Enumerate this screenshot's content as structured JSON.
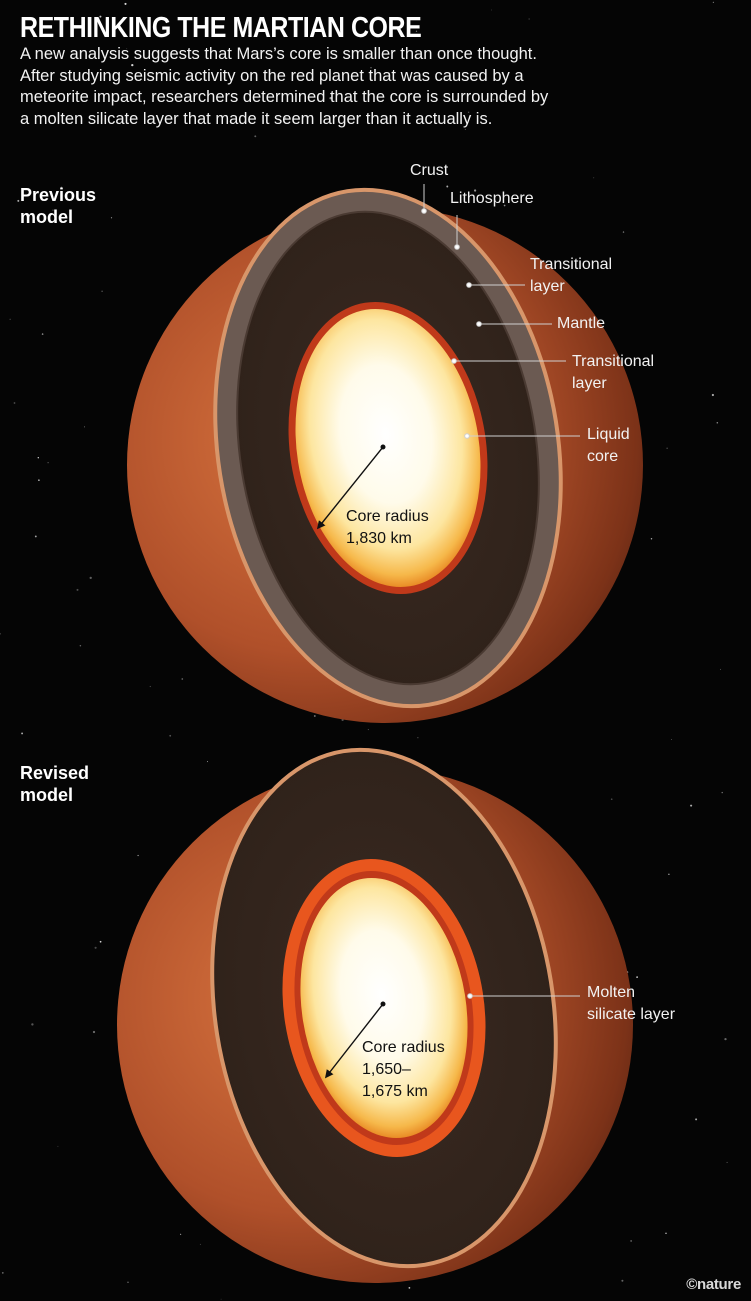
{
  "title": "RETHINKING THE MARTIAN CORE",
  "intro": "A new analysis suggests that Mars’s core is smaller than once thought. After studying seismic activity on the red planet that was caused by a meteorite impact, researchers determined that the core is surrounded by a molten silicate layer that made it seem larger than it actually is.",
  "previous_model": {
    "heading": "Previous\nmodel",
    "labels": {
      "crust": "Crust",
      "lithosphere": "Lithosphere",
      "transitional_outer": "Transitional\nlayer",
      "mantle": "Mantle",
      "transitional_inner": "Transitional\nlayer",
      "liquid_core": "Liquid\ncore",
      "core_radius": "Core radius\n1,830 km"
    }
  },
  "revised_model": {
    "heading": "Revised\nmodel",
    "labels": {
      "molten_layer": "Molten\nsilicate layer",
      "core_radius": "Core radius\n1,650–\n1,675 km"
    }
  },
  "credit": "©nature",
  "colors": {
    "background": "#050505",
    "planet_surface": "#b8532a",
    "crust": "#d8966a",
    "lithosphere": "#6b5a52",
    "mantle": "#3b2a22",
    "transitional_layer": "#c0391a",
    "molten_silicate": "#e8561e",
    "core_glow": "#fff8e6"
  }
}
